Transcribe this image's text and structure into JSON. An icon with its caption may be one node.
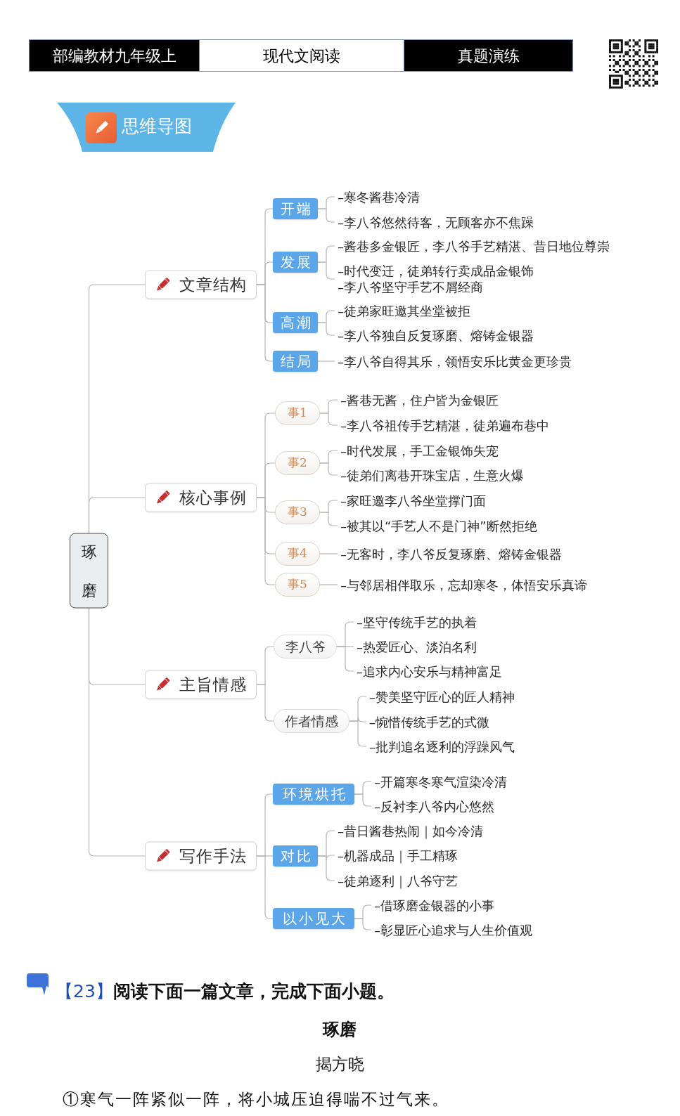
{
  "diagram": {
    "title": "思维导图",
    "nodes": [
      {
        "text": [
          "部编教材九年级上"
        ]
      },
      {
        "text": [
          "现代文阅读"
        ]
      },
      {
        "text": [
          "真题演练"
        ]
      },
      {
        "text": [
          "琢磨"
        ]
      },
      {
        "text": [
          "文章结构"
        ]
      },
      {
        "text": [
          "开端"
        ]
      },
      {
        "text": [
          "–寒冬酱巷冷清"
        ]
      },
      {
        "text": [
          "–李八爷悠然待客，无顾客亦不焦躁"
        ]
      },
      {
        "text": [
          "发展"
        ]
      },
      {
        "text": [
          "–酱巷多金银匠，李八爷手艺精湛、昔日地位尊崇"
        ]
      },
      {
        "text": [
          "–时代变迁，徒弟转行卖成品金银饰–李八爷坚守手艺不屑经商"
        ]
      },
      {
        "text": [
          "高潮"
        ]
      },
      {
        "text": [
          "–徒弟家旺邀其坐堂被拒"
        ]
      },
      {
        "text": [
          "–李八爷独自反复琢磨、熔铸金银器"
        ]
      },
      {
        "text": [
          "结局"
        ]
      },
      {
        "text": [
          "–李八爷自得其乐，领悟安乐比黄金更珍贵"
        ]
      },
      {
        "text": [
          "核心事例"
        ]
      },
      {
        "text": [
          "事1"
        ]
      },
      {
        "text": [
          "–酱巷无酱，住户皆为金银匠"
        ]
      },
      {
        "text": [
          "–李八爷祖传手艺精湛，徒弟遍布巷中"
        ]
      },
      {
        "text": [
          "事2"
        ]
      },
      {
        "text": [
          "–时代发展，手工金银饰失宠"
        ]
      },
      {
        "text": [
          "–徒弟们离巷开珠宝店，生意火爆"
        ]
      },
      {
        "text": [
          "事3"
        ]
      },
      {
        "text": [
          "–家旺邀李八爷坐堂撑门面"
        ]
      },
      {
        "text": [
          "–被其以“手艺人不是门神”断然拒绝"
        ]
      },
      {
        "text": [
          "事4"
        ]
      },
      {
        "text": [
          "–无客时，李八爷反复琢磨、熔铸金银器"
        ]
      },
      {
        "text": [
          "事5"
        ]
      },
      {
        "text": [
          "–与邻居相伴取乐，忘却寒冬，体悟安乐真谛"
        ]
      },
      {
        "text": [
          "主旨情感"
        ]
      },
      {
        "text": [
          "李八爷"
        ]
      },
      {
        "text": [
          "–坚守传统手艺的执着"
        ]
      },
      {
        "text": [
          "–热爱匠心、淡泊名利"
        ]
      },
      {
        "text": [
          "–追求内心安乐与精神富足"
        ]
      },
      {
        "text": [
          "作者情感"
        ]
      },
      {
        "text": [
          "–赞美坚守匠心的匠人精神"
        ]
      },
      {
        "text": [
          "–惋惜传统手艺的式微"
        ]
      },
      {
        "text": [
          "–批判追名逐利的浮躁风气"
        ]
      },
      {
        "text": [
          "写作手法"
        ]
      },
      {
        "text": [
          "环境烘托"
        ]
      },
      {
        "text": [
          "–开篇寒冬寒气渲染冷清"
        ]
      },
      {
        "text": [
          "–反衬李八爷内心悠然"
        ]
      },
      {
        "text": [
          "对比"
        ]
      },
      {
        "text": [
          "–昔日酱巷热闹｜如今冷清"
        ]
      },
      {
        "text": [
          "–机器成品｜手工精琢"
        ]
      },
      {
        "text": [
          "–徒弟逐利｜八爷守艺"
        ]
      },
      {
        "text": [
          "以小见大"
        ]
      },
      {
        "text": [
          "–借琢磨金银器的小事"
        ]
      },
      {
        "text": [
          "–彰显匠心追求与人生价值观"
        ]
      }
    ],
    "edges": [
      {
        "from": 3,
        "to": 4,
        "arrow": "none"
      },
      {
        "from": 3,
        "to": 16,
        "arrow": "none"
      },
      {
        "from": 3,
        "to": 30,
        "arrow": "none"
      },
      {
        "from": 3,
        "to": 39,
        "arrow": "none"
      },
      {
        "from": 4,
        "to": 5,
        "arrow": "none"
      },
      {
        "from": 4,
        "to": 8,
        "arrow": "none"
      },
      {
        "from": 4,
        "to": 11,
        "arrow": "none"
      },
      {
        "from": 4,
        "to": 14,
        "arrow": "none"
      },
      {
        "from": 5,
        "to": 6,
        "arrow": "none"
      },
      {
        "from": 5,
        "to": 7,
        "arrow": "none"
      },
      {
        "from": 8,
        "to": 9,
        "arrow": "none"
      },
      {
        "from": 8,
        "to": 10,
        "arrow": "none"
      },
      {
        "from": 11,
        "to": 12,
        "arrow": "none"
      },
      {
        "from": 11,
        "to": 13,
        "arrow": "none"
      },
      {
        "from": 14,
        "to": 15,
        "arrow": "none"
      },
      {
        "from": 16,
        "to": 17,
        "arrow": "none"
      },
      {
        "from": 16,
        "to": 20,
        "arrow": "none"
      },
      {
        "from": 16,
        "to": 23,
        "arrow": "none"
      },
      {
        "from": 16,
        "to": 26,
        "arrow": "none"
      },
      {
        "from": 16,
        "to": 28,
        "arrow": "none"
      },
      {
        "from": 17,
        "to": 18,
        "arrow": "none"
      },
      {
        "from": 17,
        "to": 19,
        "arrow": "none"
      },
      {
        "from": 20,
        "to": 21,
        "arrow": "none"
      },
      {
        "from": 20,
        "to": 22,
        "arrow": "none"
      },
      {
        "from": 23,
        "to": 24,
        "arrow": "none"
      },
      {
        "from": 23,
        "to": 25,
        "arrow": "none"
      },
      {
        "from": 26,
        "to": 27,
        "arrow": "none"
      },
      {
        "from": 28,
        "to": 29,
        "arrow": "none"
      },
      {
        "from": 30,
        "to": 31,
        "arrow": "none"
      },
      {
        "from": 30,
        "to": 35,
        "arrow": "none"
      },
      {
        "from": 31,
        "to": 32,
        "arrow": "none"
      },
      {
        "from": 31,
        "to": 33,
        "arrow": "none"
      },
      {
        "from": 31,
        "to": 34,
        "arrow": "none"
      },
      {
        "from": 35,
        "to": 36,
        "arrow": "none"
      },
      {
        "from": 35,
        "to": 37,
        "arrow": "none"
      },
      {
        "from": 35,
        "to": 38,
        "arrow": "none"
      },
      {
        "from": 39,
        "to": 40,
        "arrow": "none"
      },
      {
        "from": 39,
        "to": 43,
        "arrow": "none"
      },
      {
        "from": 39,
        "to": 47,
        "arrow": "none"
      },
      {
        "from": 40,
        "to": 41,
        "arrow": "none"
      },
      {
        "from": 40,
        "to": 42,
        "arrow": "none"
      },
      {
        "from": 43,
        "to": 44,
        "arrow": "none"
      },
      {
        "from": 43,
        "to": 45,
        "arrow": "none"
      },
      {
        "from": 43,
        "to": 46,
        "arrow": "none"
      },
      {
        "from": 47,
        "to": 48,
        "arrow": "none"
      },
      {
        "from": 47,
        "to": 49,
        "arrow": "none"
      }
    ],
    "labels": [
      "【23】",
      "阅读下面一篇文章，完成下面小题。",
      "琢磨",
      "揭方晓",
      "①寒气一阵紧似一阵，将小城压迫得喘不过气来。"
    ]
  }
}
